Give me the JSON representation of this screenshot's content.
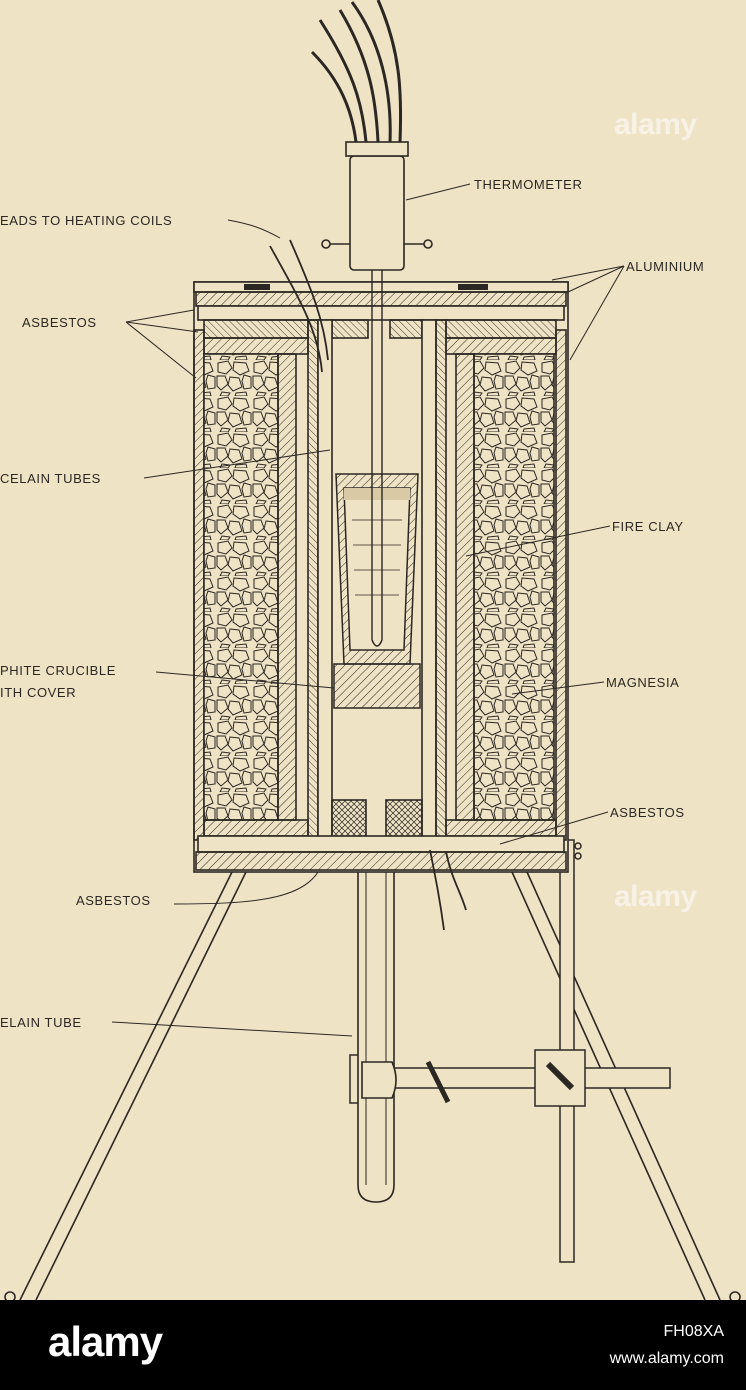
{
  "labels": {
    "thermometer": "THERMOMETER",
    "leads": "EADS TO HEATING COILS",
    "aluminium": "ALUMINIUM",
    "asbestos_top": "ASBESTOS",
    "porcelain_tubes": "CELAIN TUBES",
    "fire_clay": "FIRE CLAY",
    "crucible_line1": "PHITE CRUCIBLE",
    "crucible_line2": "ITH COVER",
    "magnesia": "MAGNESIA",
    "asbestos_right": "ASBESTOS",
    "asbestos_bottom": "ASBESTOS",
    "porcelain_tube": "ELAIN TUBE"
  },
  "watermark": {
    "text": "alamy"
  },
  "footer": {
    "brand": "alamy",
    "image_id": "FH08XA",
    "site": "www.alamy.com"
  },
  "colors": {
    "paper": "#efe3c6",
    "ink": "#2b2722",
    "footer_bg": "#000000"
  }
}
